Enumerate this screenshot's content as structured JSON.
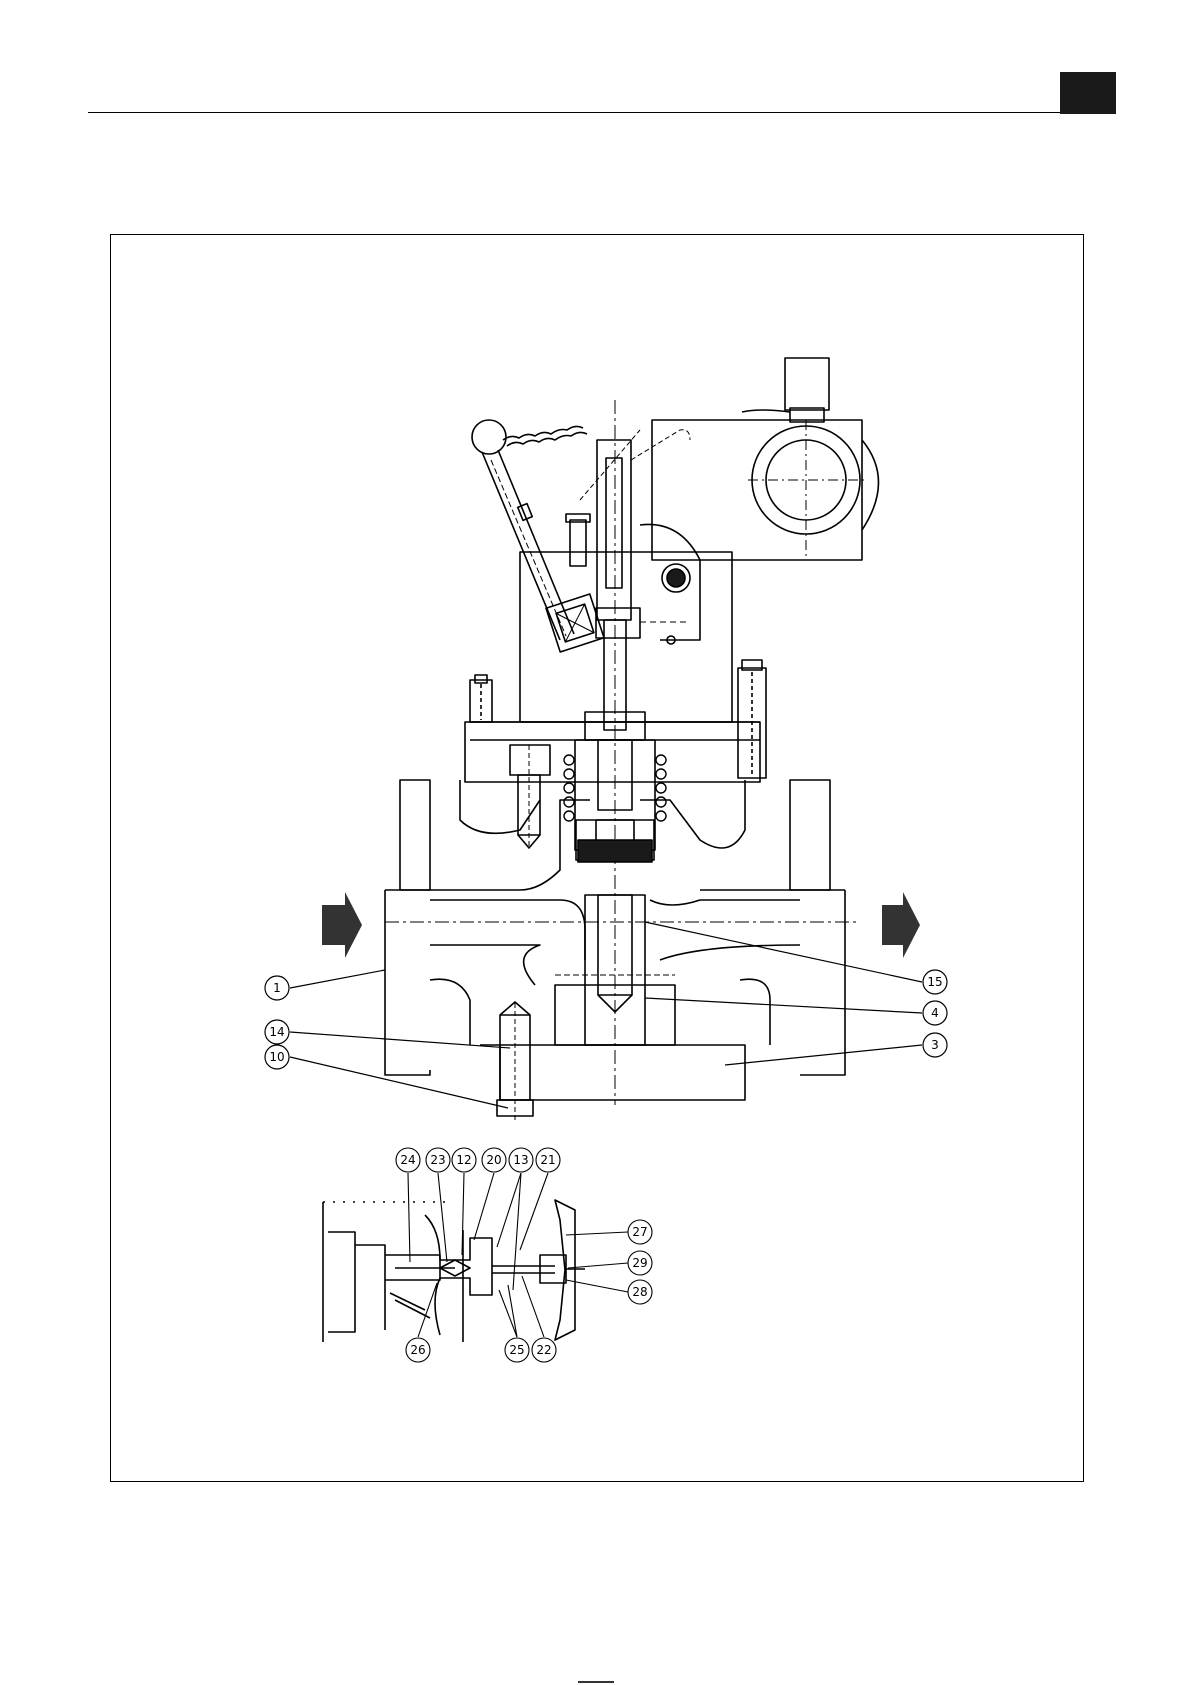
{
  "callouts": {
    "main": {
      "c1": "1",
      "c14": "14",
      "c10": "10",
      "c15": "15",
      "c4": "4",
      "c3": "3"
    },
    "detail": {
      "c24": "24",
      "c23": "23",
      "c12": "12",
      "c20": "20",
      "c13": "13",
      "c21": "21",
      "c27": "27",
      "c29": "29",
      "c28": "28",
      "c26": "26",
      "c25": "25",
      "c22": "22"
    }
  },
  "colors": {
    "line": "#000000",
    "fill_dark": "#1a1a1a",
    "fill_arrow": "#333333"
  }
}
